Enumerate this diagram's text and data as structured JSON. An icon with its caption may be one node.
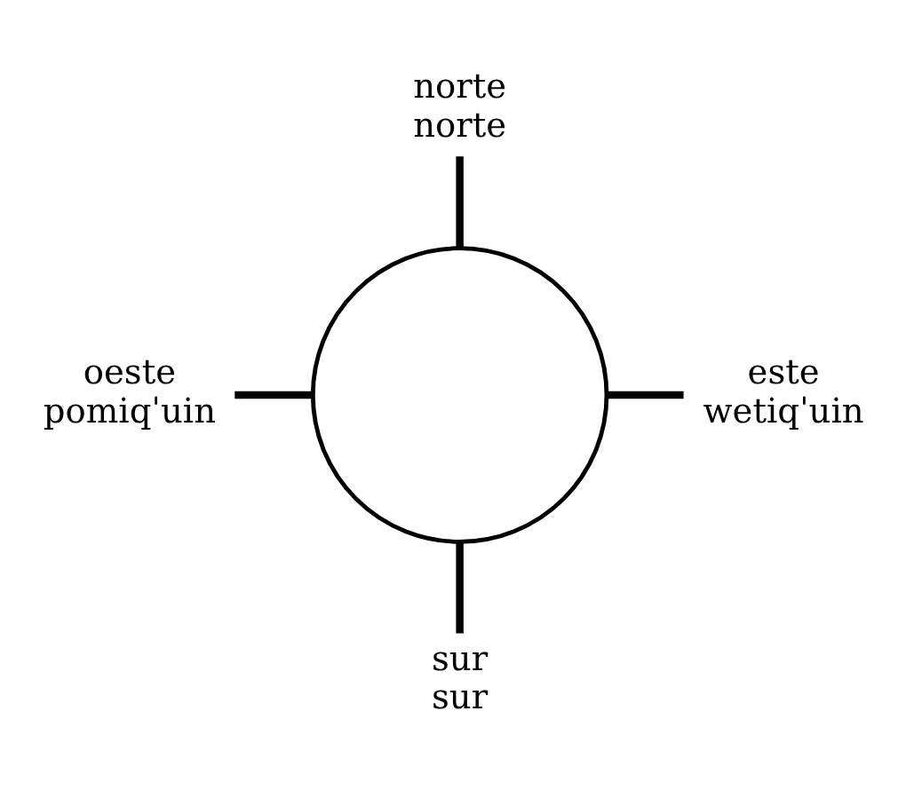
{
  "diagram": {
    "nodes": [
      {
        "text": [
          "norte",
          "norte"
        ]
      },
      {
        "text": [
          "oeste",
          "pomiqˈuin"
        ]
      },
      {
        "text": [],
        "shape": "circle"
      },
      {
        "text": [
          "este",
          "wetiqˈuin"
        ]
      },
      {
        "text": [
          "sur",
          "sur"
        ]
      }
    ],
    "edges": [
      {
        "from": 0,
        "to": 2,
        "arrow": "none"
      },
      {
        "from": 1,
        "to": 2,
        "arrow": "none"
      },
      {
        "from": 2,
        "to": 3,
        "arrow": "none"
      },
      {
        "from": 2,
        "to": 4,
        "arrow": "none"
      }
    ]
  }
}
